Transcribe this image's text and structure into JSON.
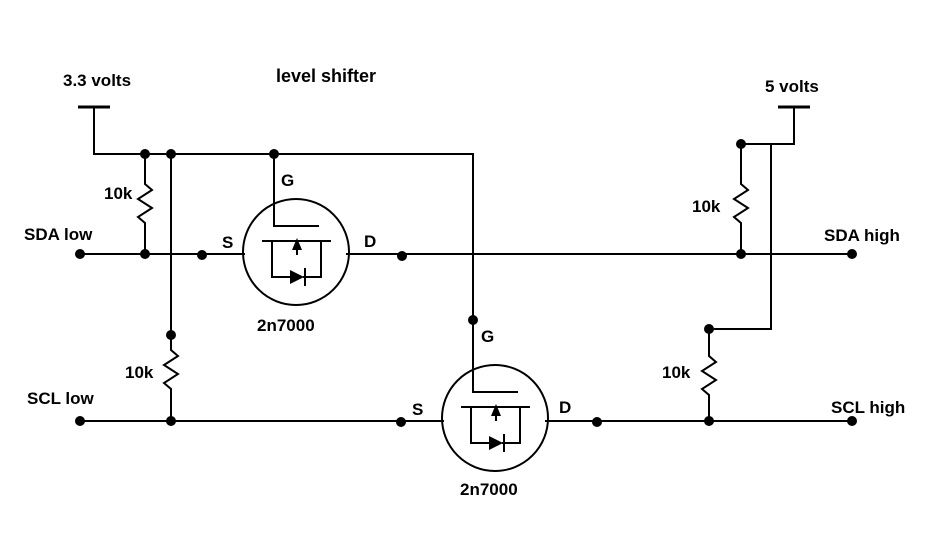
{
  "title": "level shifter",
  "supply_low": "3.3 volts",
  "supply_high": "5 volts",
  "ports": {
    "sda_low": "SDA low",
    "sda_high": "SDA high",
    "scl_low": "SCL low",
    "scl_high": "SCL high"
  },
  "resistors": {
    "r_sda_low": "10k",
    "r_scl_low": "10k",
    "r_sda_high": "10k",
    "r_scl_high": "10k"
  },
  "transistors": {
    "q1": {
      "part": "2n7000",
      "gate": "G",
      "source": "S",
      "drain": "D"
    },
    "q2": {
      "part": "2n7000",
      "gate": "G",
      "source": "S",
      "drain": "D"
    }
  }
}
